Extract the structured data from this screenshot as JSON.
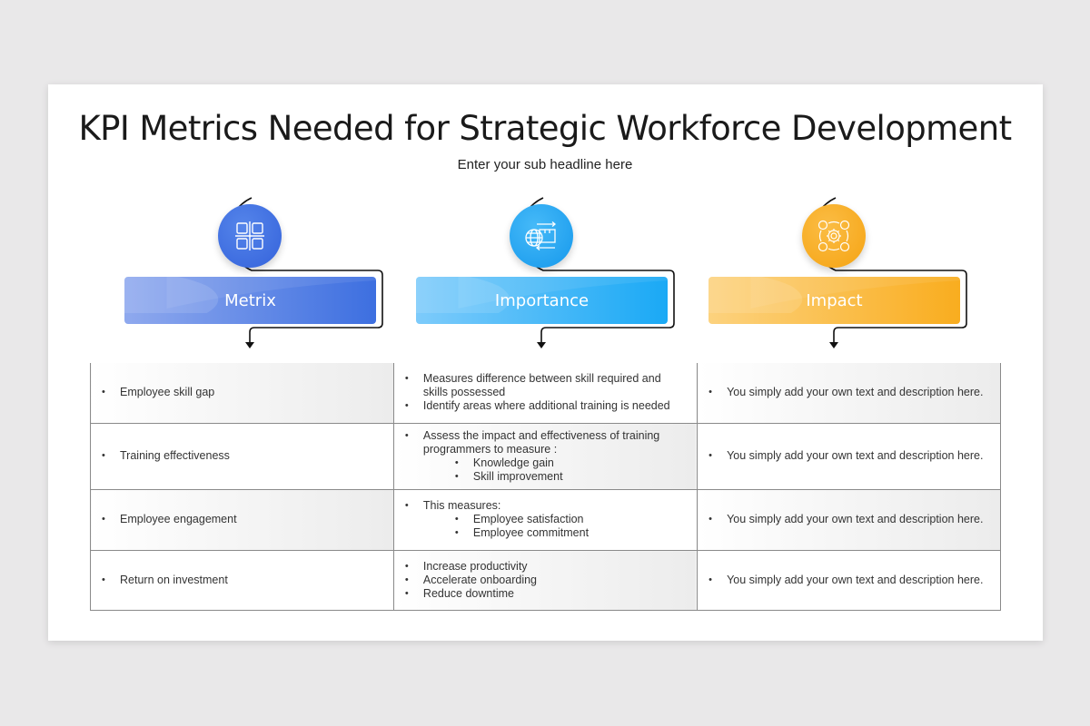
{
  "title": "KPI Metrics Needed for Strategic Workforce Development",
  "subtitle": "Enter your sub headline here",
  "columns": [
    {
      "label": "Metrix",
      "icon": "grid-expand-icon",
      "color_start": "#8fa9ee",
      "color_end": "#3d6fe0",
      "circle_color": "#4274e4"
    },
    {
      "label": "Importance",
      "icon": "global-logistics-icon",
      "color_start": "#7dcbfb",
      "color_end": "#1aa9f5",
      "circle_color": "#23a7f2"
    },
    {
      "label": "Impact",
      "icon": "gear-cycle-icon",
      "color_start": "#fcd27e",
      "color_end": "#f9ad1f",
      "circle_color": "#f9ac22"
    }
  ],
  "rows": [
    {
      "metric": "Employee skill gap",
      "importance": [
        {
          "text": "Measures difference between skill  required and skills possessed"
        },
        {
          "text": "Identify areas where additional training is needed"
        }
      ],
      "impact": "You simply add your own text and description here."
    },
    {
      "metric": "Training effectiveness",
      "importance": [
        {
          "text": "Assess  the impact and effectiveness  of training programmers to measure :",
          "sub": [
            "Knowledge gain",
            "Skill improvement"
          ]
        }
      ],
      "impact": "You simply add your own text and description here."
    },
    {
      "metric": "Employee engagement",
      "importance": [
        {
          "text": "This measures:",
          "sub": [
            "Employee satisfaction",
            "Employee commitment"
          ]
        }
      ],
      "impact": "You simply add your own text and description here."
    },
    {
      "metric": "Return on investment",
      "importance": [
        {
          "text": "Increase productivity"
        },
        {
          "text": "Accelerate onboarding"
        },
        {
          "text": "Reduce downtime"
        }
      ],
      "impact": "You simply add your own text and description here."
    }
  ]
}
